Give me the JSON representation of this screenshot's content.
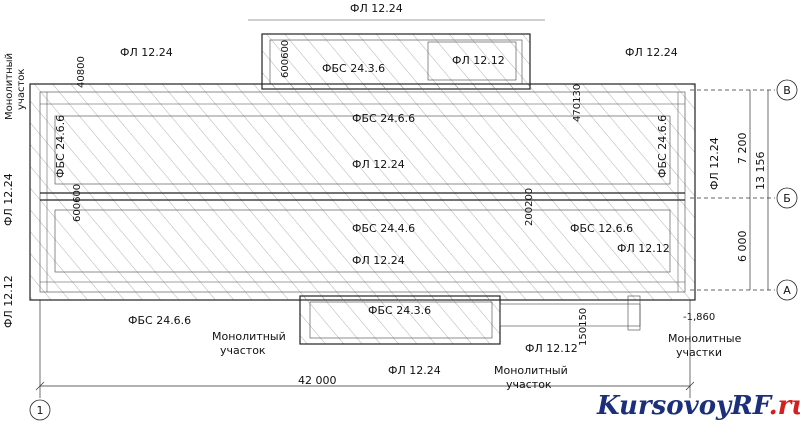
{
  "labels": {
    "fl_12_24_top": "ФЛ 12.24",
    "fl_12_24_topleft": "ФЛ 12.24",
    "fl_12_24_topright": "ФЛ 12.24",
    "fl_12_12_annex": "ФЛ 12.12",
    "fbs_24_3_6_top": "ФБС 24.3.6",
    "size_600_600_annex": "600600",
    "size_40_800": "40800",
    "mono_topleft_1": "Монолитный",
    "mono_topleft_2": "участок",
    "fbs_24_6_6_top": "ФБС 24.6.6",
    "size_470_130": "470130",
    "fbs_24_6_6_left": "ФБС 24.6.6",
    "fbs_24_6_6_right": "ФБС 24.6.6",
    "fl_12_24_left": "ФЛ 12.24",
    "fl_12_24_right": "ФЛ 12.24",
    "fl_12_24_mid": "ФЛ 12.24",
    "size_600_600_left": "600600",
    "size_200_200": "200200",
    "fbs_24_4_6": "ФБС 24.4.6",
    "fbs_12_6_6": "ФБС 12.6.6",
    "fl_12_12_right": "ФЛ 12.12",
    "fl_12_24_bottom": "ФЛ 12.24",
    "fl_12_12_left": "ФЛ 12.12",
    "fbs_24_6_6_bottom": "ФБС 24.6.6",
    "fbs_24_3_6_bottom": "ФБС 24.3.6",
    "level_1_860": "-1,860",
    "size_150_150": "150150",
    "mono_bottom_1": "Монолитный",
    "mono_bottom_2": "участок",
    "mono_bottomright_1": "Монолитные",
    "mono_bottomright_2": "участки",
    "fl_12_12_bottom": "ФЛ 12.12",
    "fl_12_24_bottom2": "ФЛ 12.24",
    "mono_bottomcenter_1": "Монолитный",
    "mono_bottomcenter_2": "участок"
  },
  "dimensions": {
    "overall_length": "42 000",
    "dim_7200": "7 200",
    "dim_6000": "6 000",
    "dim_13156": "13 156"
  },
  "axes": {
    "axis_1": "1",
    "axis_a": "А",
    "axis_b_mid": "Б",
    "axis_v": "В"
  },
  "watermark": {
    "text_main": "KursovoyRF",
    "text_suffix": ".ru",
    "color_main": "#1c2f7a",
    "color_suffix": "#d21f1f"
  }
}
